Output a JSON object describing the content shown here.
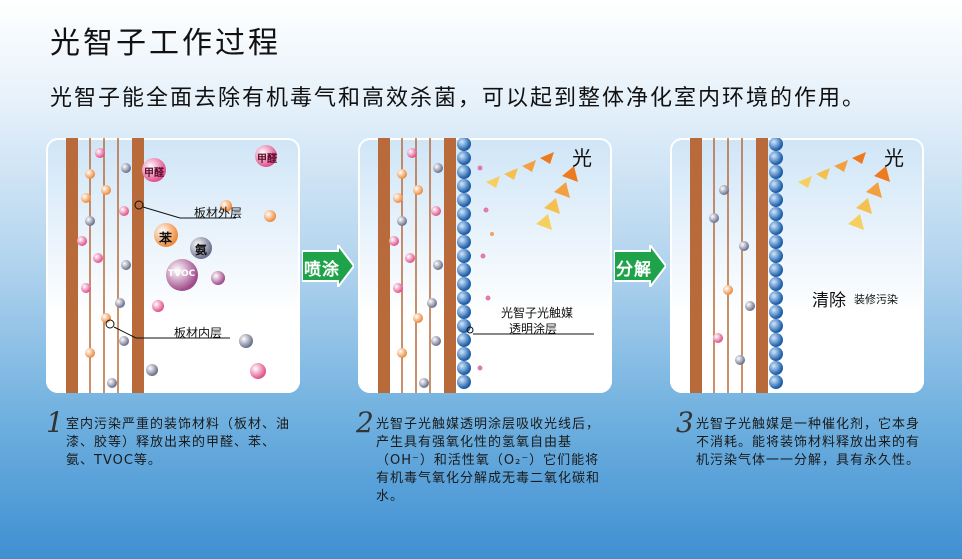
{
  "title": "光智子工作过程",
  "subtitle": "光智子能全面去除有机毒气和高效杀菌，可以起到整体净化室内环境的作用。",
  "panel1": {
    "labels": [
      "甲醛",
      "甲醛",
      "苯",
      "氨",
      "TVOC"
    ],
    "outer_layer": "板材外层",
    "inner_layer": "板材内层"
  },
  "arrow1": "喷涂",
  "panel2": {
    "light": "光",
    "coating_line1": "光智子光触媒",
    "coating_line2": "透明涂层"
  },
  "arrow2": "分解",
  "panel3": {
    "light": "光",
    "clean_big": "清除",
    "clean_small": "装修污染"
  },
  "steps": [
    {
      "num": "1",
      "text": "室内污染严重的装饰材料（板材、油漆、胶等）释放出来的甲醛、苯、氨、TVOC等。"
    },
    {
      "num": "2",
      "text": "光智子光触媒透明涂层吸收光线后，产生具有强氧化性的氢氧自由基（OH⁻）和活性氧（O₂⁻）它们能将有机毒气氧化分解成无毒二氧化碳和水。"
    },
    {
      "num": "3",
      "text": "光智子光触媒是一种催化剂，它本身不消耗。能将装饰材料释放出来的有机污染气体一一分解，具有永久性。"
    }
  ],
  "colors": {
    "wood": "#b86a3a",
    "arrow_green": "#1fa34a",
    "bead": "#1f5fa8"
  }
}
